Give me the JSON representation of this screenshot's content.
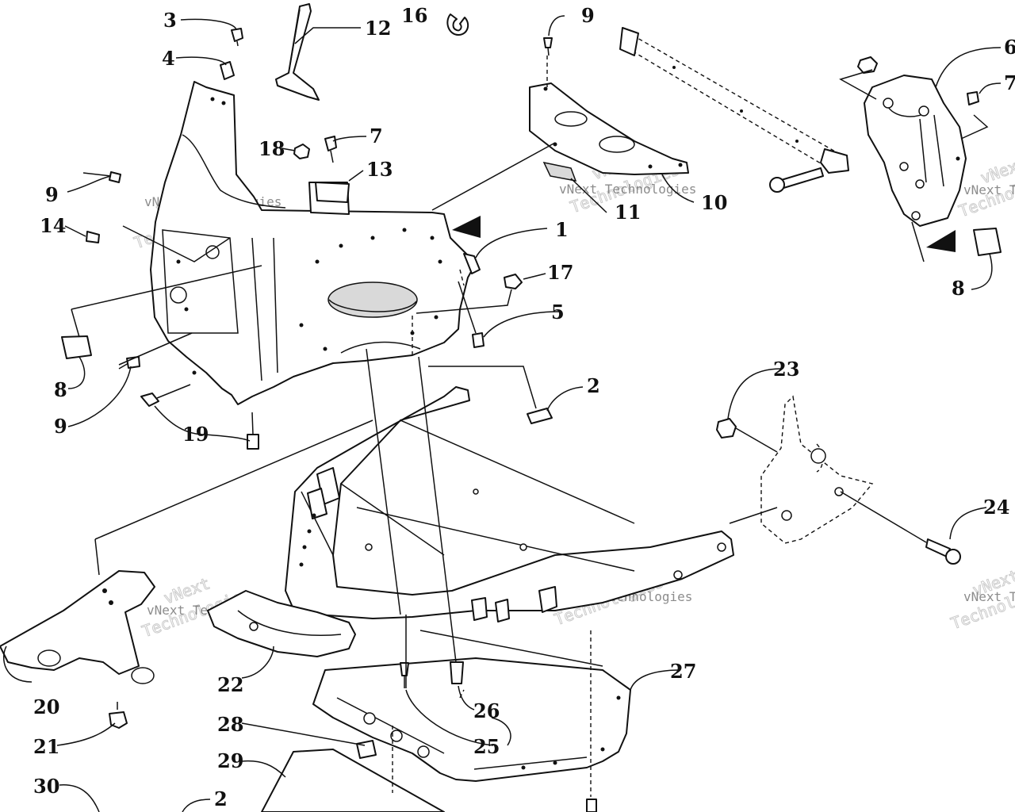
{
  "watermark": {
    "line1": "vNext",
    "line2": "Technologies",
    "small": "vNext Technologies"
  },
  "callouts": [
    "1",
    "2",
    "3",
    "4",
    "5",
    "6",
    "7",
    "8",
    "9",
    "10",
    "11",
    "12",
    "13",
    "14",
    "16",
    "17",
    "18",
    "19",
    "20",
    "21",
    "22",
    "23",
    "24",
    "25",
    "26",
    "27",
    "28",
    "29",
    "30"
  ]
}
